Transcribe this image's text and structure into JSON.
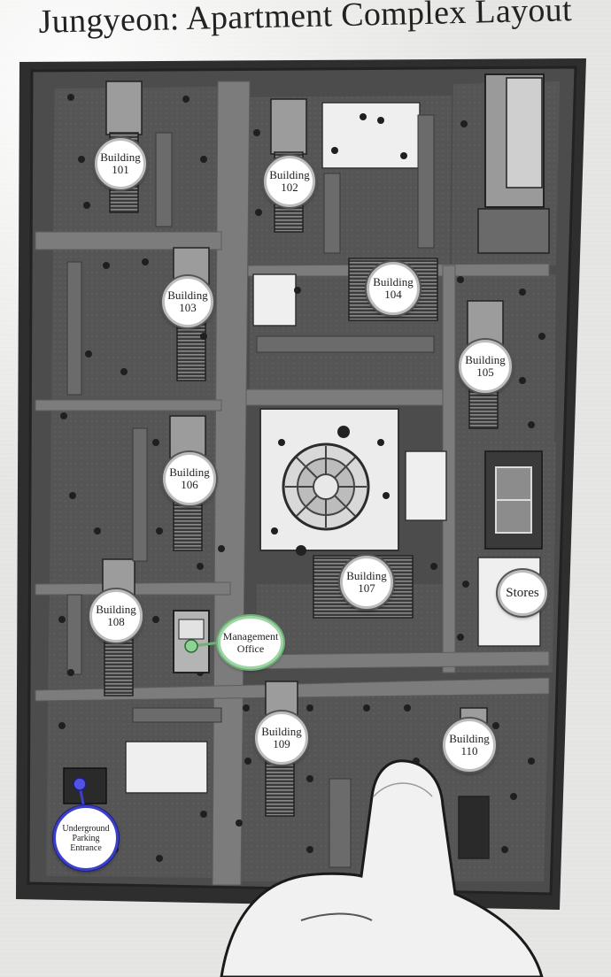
{
  "title": "Jungyeon: Apartment Complex Layout",
  "colors": {
    "paper": "#e6e6e4",
    "map_bg": "#4a4a4a",
    "road": "#7a7a7a",
    "management_accent": "#6fb078",
    "parking_accent": "#3c3fc8"
  },
  "labels": {
    "b101": "Building\n101",
    "b102": "Building\n102",
    "b103": "Building\n103",
    "b104": "Building\n104",
    "b105": "Building\n105",
    "b106": "Building\n106",
    "b107": "Building\n107",
    "b108": "Building\n108",
    "b109": "Building\n109",
    "b110": "Building\n110",
    "stores": "Stores",
    "management": "Management\nOffice",
    "parking": "Underground\nParking Entrance"
  }
}
